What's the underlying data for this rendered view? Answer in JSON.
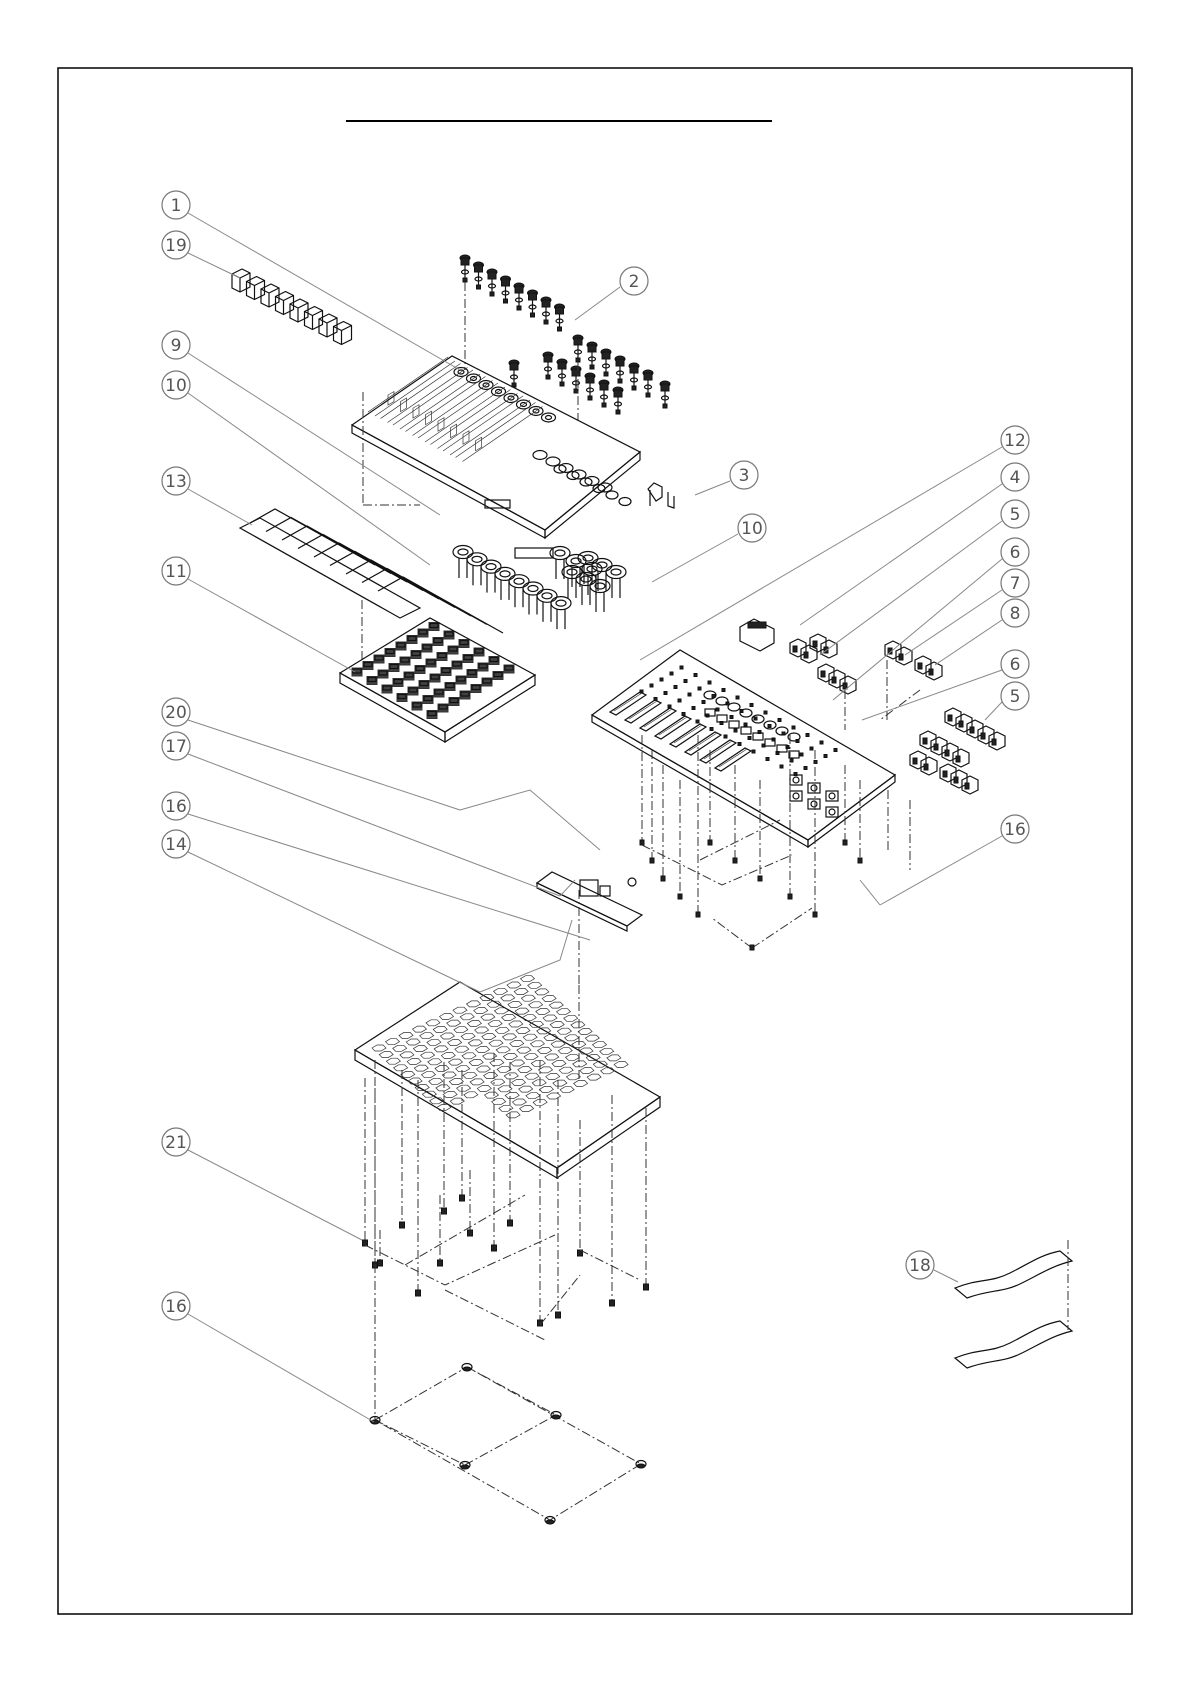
{
  "drawing": {
    "type": "exploded-assembly-view",
    "border_color": "#000000",
    "line_color": "#111111",
    "callout_color": "#777777",
    "title": ""
  },
  "callouts": [
    {
      "id": "c1",
      "label": "1"
    },
    {
      "id": "c19",
      "label": "19"
    },
    {
      "id": "c9",
      "label": "9"
    },
    {
      "id": "c10a",
      "label": "10"
    },
    {
      "id": "c13",
      "label": "13"
    },
    {
      "id": "c11",
      "label": "11"
    },
    {
      "id": "c2",
      "label": "2"
    },
    {
      "id": "c3",
      "label": "3"
    },
    {
      "id": "c10b",
      "label": "10"
    },
    {
      "id": "c12",
      "label": "12"
    },
    {
      "id": "c4",
      "label": "4"
    },
    {
      "id": "c5a",
      "label": "5"
    },
    {
      "id": "c6a",
      "label": "6"
    },
    {
      "id": "c7",
      "label": "7"
    },
    {
      "id": "c8",
      "label": "8"
    },
    {
      "id": "c6b",
      "label": "6"
    },
    {
      "id": "c5b",
      "label": "5"
    },
    {
      "id": "c16a",
      "label": "16"
    },
    {
      "id": "c20",
      "label": "20"
    },
    {
      "id": "c17",
      "label": "17"
    },
    {
      "id": "c16b",
      "label": "16"
    },
    {
      "id": "c14",
      "label": "14"
    },
    {
      "id": "c21",
      "label": "21"
    },
    {
      "id": "c16c",
      "label": "16"
    },
    {
      "id": "c18",
      "label": "18"
    }
  ]
}
